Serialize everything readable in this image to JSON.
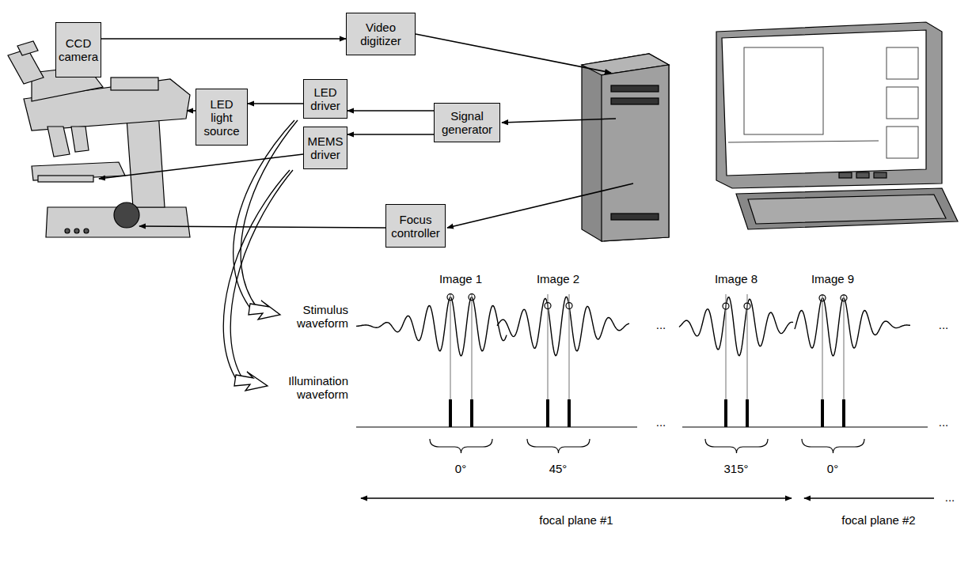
{
  "diagram": {
    "nodes": [
      {
        "text": [
          "CCD camera"
        ]
      },
      {
        "text": [
          "LED light source"
        ]
      },
      {
        "text": [
          "Video digitizer"
        ]
      },
      {
        "text": [
          "LED driver"
        ]
      },
      {
        "text": [
          "Signal generator"
        ]
      },
      {
        "text": [
          "MEMS driver"
        ]
      },
      {
        "text": [
          "Focus controller"
        ]
      }
    ],
    "edges": [
      {
        "from": 0,
        "to": 2,
        "arrow": "to"
      },
      {
        "from": 3,
        "to": 1,
        "arrow": "to"
      },
      {
        "from": 4,
        "to": 3,
        "arrow": "to"
      },
      {
        "from": 4,
        "to": 5,
        "arrow": "to"
      }
    ],
    "labels": [
      "Image 1",
      "Image 2",
      "Image 8",
      "Image 9",
      "Stimulus waveform",
      "Illumination waveform",
      "...",
      "...",
      "...",
      "...",
      "...",
      "0°",
      "45°",
      "315°",
      "0°",
      "focal plane #1",
      "focal plane #2"
    ]
  }
}
